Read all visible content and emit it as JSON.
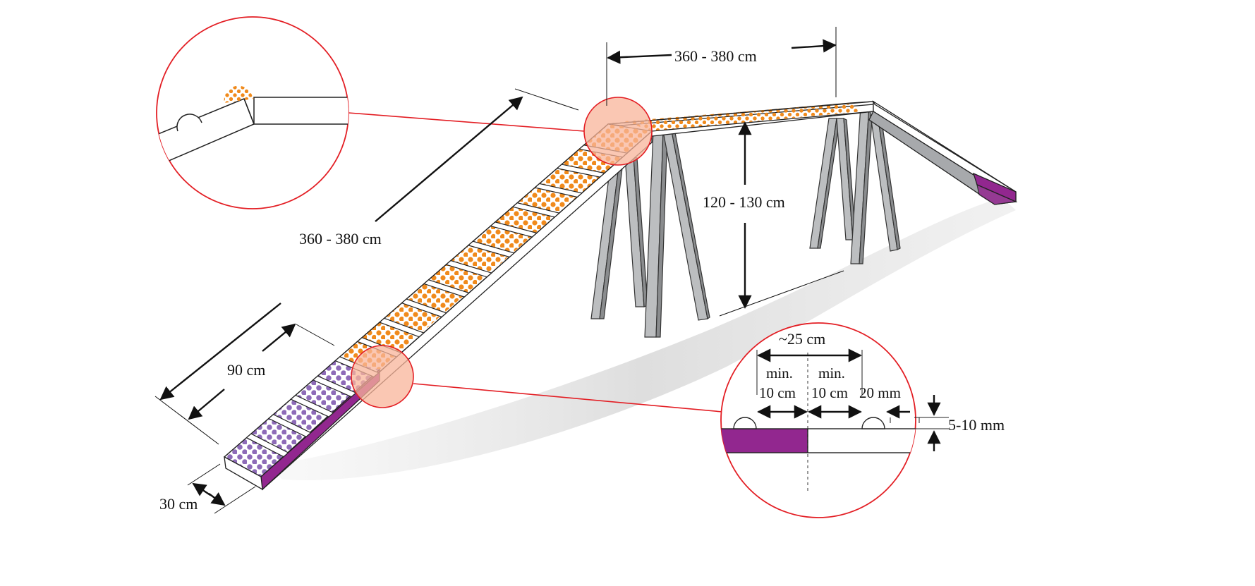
{
  "labels": {
    "top_span": "360 - 380 cm",
    "ramp_length": "360 - 380 cm",
    "height": "120 - 130 cm",
    "contact_zone": "90 cm",
    "width": "30 cm",
    "slat_spacing": "~25 cm",
    "min_left_line1": "min.",
    "min_left_line2": "10 cm",
    "min_right_line1": "min.",
    "min_right_line2": "10 cm",
    "slat_width": "20 mm",
    "slat_height": "5-10 mm"
  },
  "colors": {
    "orange": "#f7941d",
    "orange_dot": "#f08a1c",
    "purple": "#92278f",
    "purple_dot": "#8e6bb8",
    "leg_fill": "#bcbec0",
    "leg_dark": "#8a8c8e",
    "callout_red": "#e31e24",
    "callout_fill": "#f8b49a",
    "shadow": "#e6e6e6"
  }
}
